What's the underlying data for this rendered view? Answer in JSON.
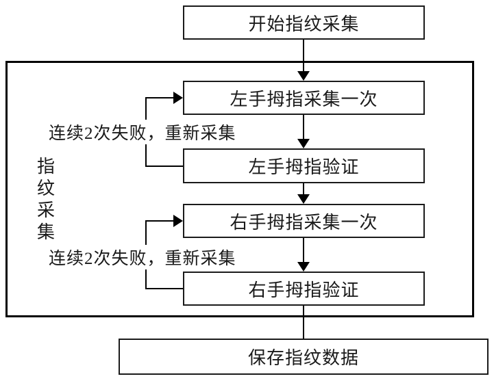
{
  "diagram": {
    "start": "开始指纹采集",
    "container_label": "指纹采集",
    "steps": {
      "left_collect": "左手拇指采集一次",
      "left_verify": "左手拇指验证",
      "right_collect": "右手拇指采集一次",
      "right_verify": "右手拇指验证"
    },
    "retry_label_left": "连续2次失败，重新采集",
    "retry_label_right": "连续2次失败，重新采集",
    "save": "保存指纹数据",
    "colors": {
      "line": "#000000",
      "background": "#ffffff",
      "text": "#1a1a1a"
    }
  }
}
